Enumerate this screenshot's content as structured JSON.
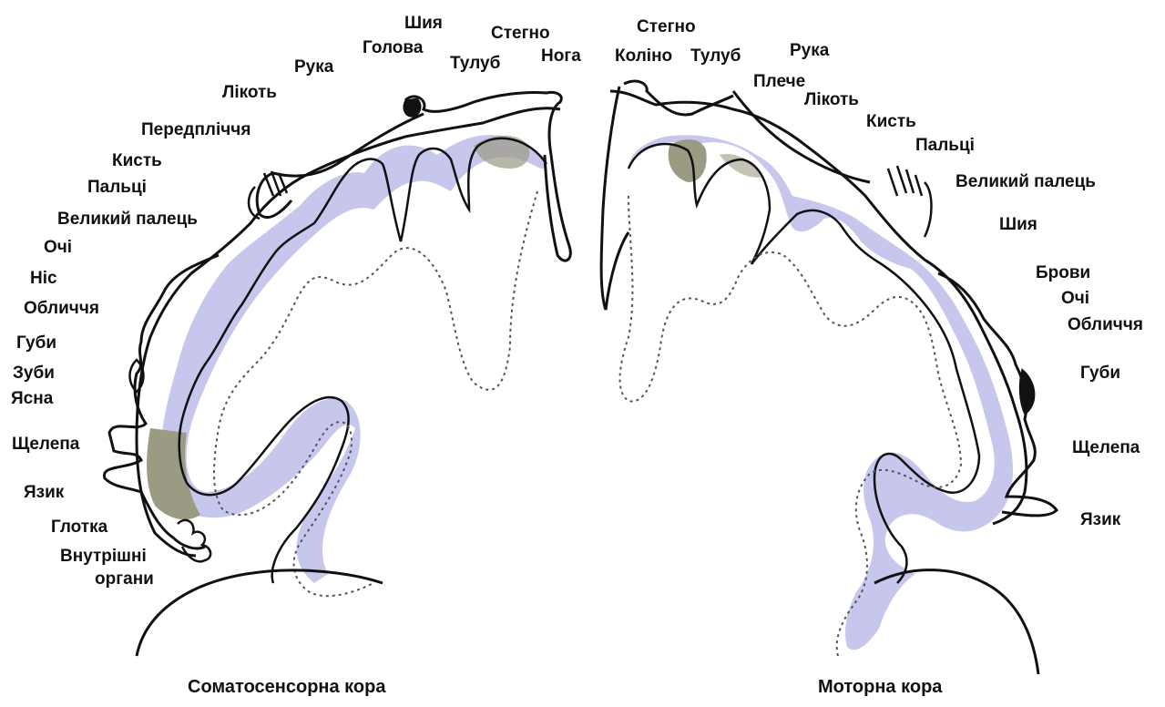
{
  "colors": {
    "ink": "#111111",
    "fill_light": "#c7c7ee",
    "fill_dark": "#9b9a83",
    "background": "#ffffff"
  },
  "somatosensory": {
    "title": "Соматосенсорна кора",
    "labels": {
      "neck": "Шия",
      "head": "Голова",
      "hip": "Стегно",
      "trunk": "Тулуб",
      "leg": "Нога",
      "arm": "Рука",
      "elbow": "Лікоть",
      "forearm": "Передпліччя",
      "hand": "Кисть",
      "fingers": "Пальці",
      "thumb": "Великий палець",
      "eyes": "Очі",
      "nose": "Ніс",
      "face": "Обличчя",
      "lips": "Губи",
      "teeth": "Зуби",
      "gums": "Ясна",
      "jaw": "Щелепа",
      "tongue": "Язик",
      "pharynx": "Глотка",
      "viscera_1": "Внутрішні",
      "viscera_2": "органи"
    }
  },
  "motor": {
    "title": "Моторна кора",
    "labels": {
      "hip": "Стегно",
      "knee": "Коліно",
      "trunk": "Тулуб",
      "shoulder": "Плече",
      "arm": "Рука",
      "elbow": "Лікоть",
      "hand": "Кисть",
      "fingers": "Пальці",
      "thumb": "Великий палець",
      "neck": "Шия",
      "brows": "Брови",
      "eyes": "Очі",
      "face": "Обличчя",
      "lips": "Губи",
      "jaw": "Щелепа",
      "tongue": "Язик"
    }
  }
}
